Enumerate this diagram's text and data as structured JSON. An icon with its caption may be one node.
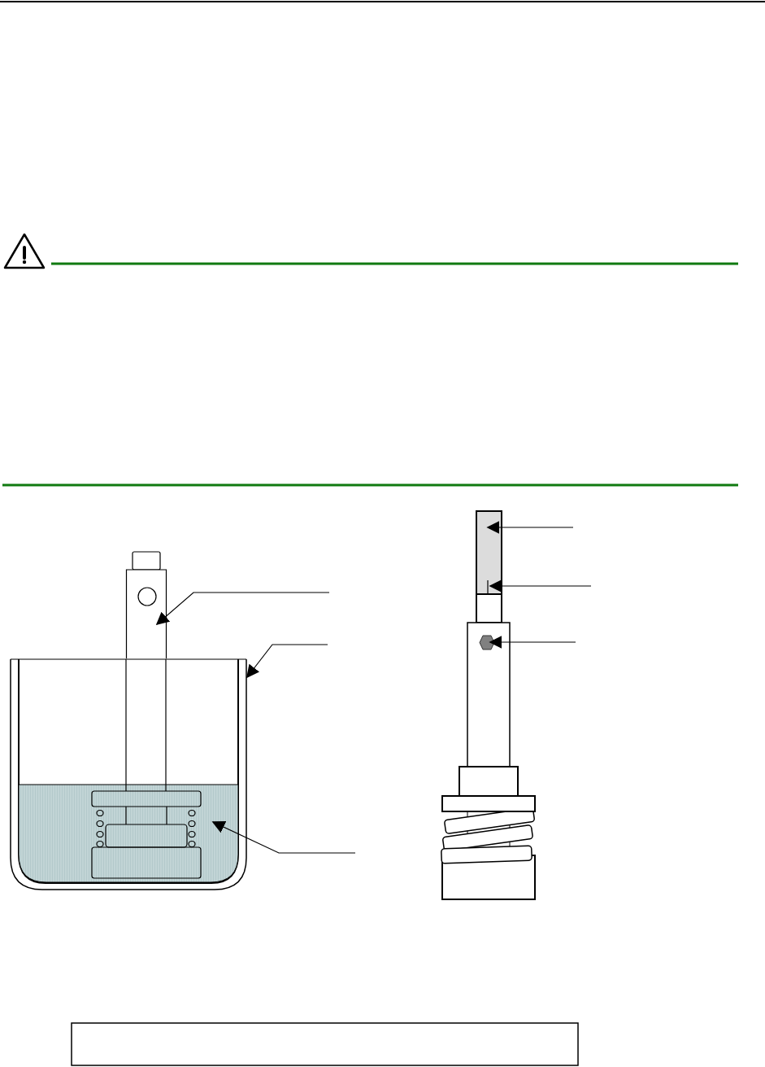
{
  "diagram": {
    "nodes": [
      {
        "text": [],
        "shape": "rod"
      },
      {
        "text": [],
        "shape": "beaker"
      },
      {
        "text": [],
        "shape": "liquid",
        "in": 1
      },
      {
        "text": [],
        "shape": "box"
      },
      {
        "text": [],
        "shape": "line",
        "in": 3
      },
      {
        "text": [],
        "shape": "hexagon"
      }
    ],
    "edges": [
      {
        "from": null,
        "to": 0,
        "arrow": "to"
      },
      {
        "from": null,
        "to": 1,
        "arrow": "to"
      },
      {
        "from": null,
        "to": 2,
        "arrow": "to"
      },
      {
        "from": null,
        "to": 3,
        "arrow": "to"
      },
      {
        "from": null,
        "to": 4,
        "arrow": "to"
      },
      {
        "from": null,
        "to": 5,
        "arrow": "to"
      }
    ]
  }
}
